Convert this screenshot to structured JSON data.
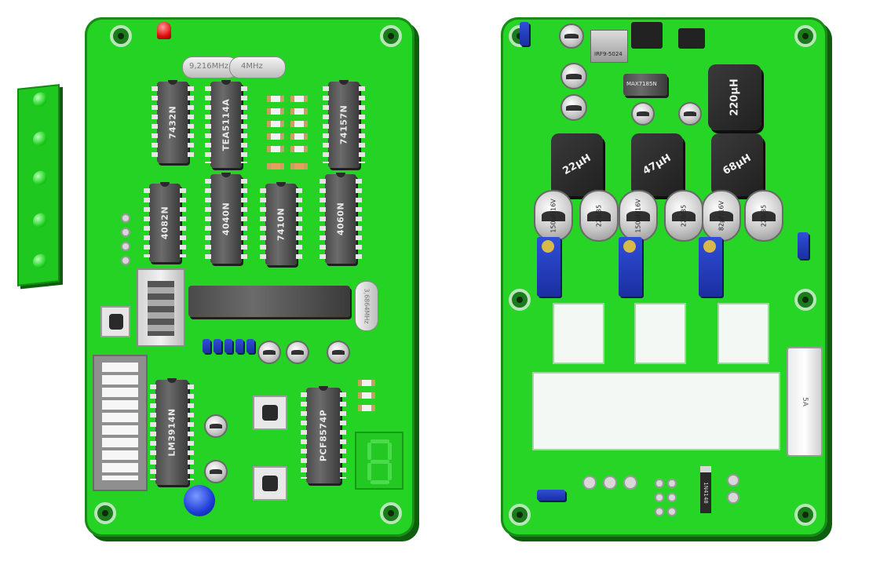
{
  "left_board": {
    "crystals": [
      "9,216MHz",
      "4MHz"
    ],
    "chips": [
      "7432N",
      "TEA5114A",
      "74157N",
      "4082N",
      "4040N",
      "7410N",
      "4060N",
      "LM3914N",
      "PCF8574P"
    ],
    "crystal_right": "3,6864MHz"
  },
  "right_board": {
    "regulator_labels": [
      "IRF9-5024",
      "MAX7185N"
    ],
    "inductors": [
      "220µH",
      "22µH",
      "47µH",
      "68µH"
    ],
    "caps_bottom": [
      "150µF/16V",
      "220/35",
      "150µF/16V",
      "220/35",
      "82µF/16V",
      "220/35"
    ],
    "fuse_label": "5A",
    "diode_label": "1N4148"
  },
  "colors": {
    "pcb": "#22d022",
    "pcb_dark": "#1aa81a",
    "silk": "#cfe9cf"
  }
}
